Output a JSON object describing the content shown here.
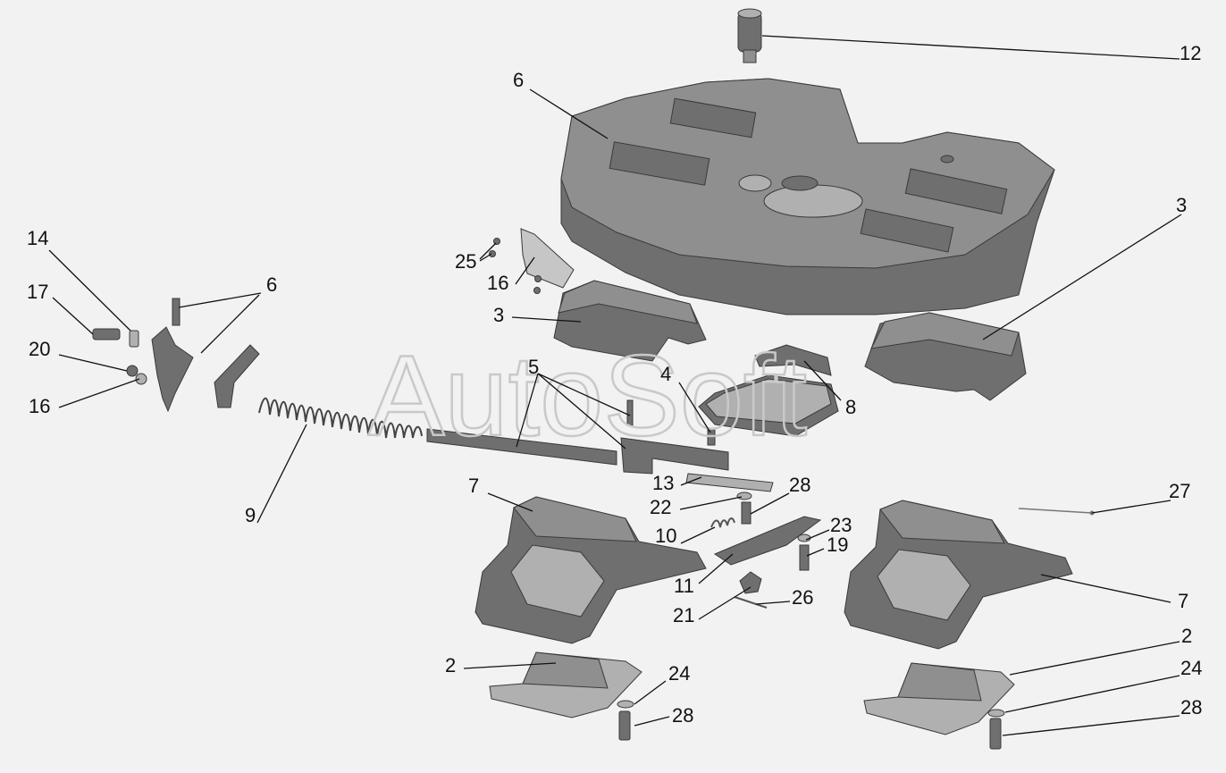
{
  "watermark": "AutoSoft",
  "callouts": [
    {
      "id": "12",
      "text": "12"
    },
    {
      "id": "6a",
      "text": "6"
    },
    {
      "id": "3a",
      "text": "3"
    },
    {
      "id": "14",
      "text": "14"
    },
    {
      "id": "6b",
      "text": "6"
    },
    {
      "id": "25",
      "text": "25"
    },
    {
      "id": "16a",
      "text": "16"
    },
    {
      "id": "17",
      "text": "17"
    },
    {
      "id": "3b",
      "text": "3"
    },
    {
      "id": "20",
      "text": "20"
    },
    {
      "id": "5",
      "text": "5"
    },
    {
      "id": "4",
      "text": "4"
    },
    {
      "id": "16b",
      "text": "16"
    },
    {
      "id": "8",
      "text": "8"
    },
    {
      "id": "9",
      "text": "9"
    },
    {
      "id": "13",
      "text": "13"
    },
    {
      "id": "28a",
      "text": "28"
    },
    {
      "id": "7a",
      "text": "7"
    },
    {
      "id": "27",
      "text": "27"
    },
    {
      "id": "22",
      "text": "22"
    },
    {
      "id": "23",
      "text": "23"
    },
    {
      "id": "10",
      "text": "10"
    },
    {
      "id": "19",
      "text": "19"
    },
    {
      "id": "11",
      "text": "11"
    },
    {
      "id": "26",
      "text": "26"
    },
    {
      "id": "7b",
      "text": "7"
    },
    {
      "id": "21",
      "text": "21"
    },
    {
      "id": "2a",
      "text": "2"
    },
    {
      "id": "2b",
      "text": "2"
    },
    {
      "id": "24a",
      "text": "24"
    },
    {
      "id": "24b",
      "text": "24"
    },
    {
      "id": "28b",
      "text": "28"
    },
    {
      "id": "28c",
      "text": "28"
    }
  ]
}
